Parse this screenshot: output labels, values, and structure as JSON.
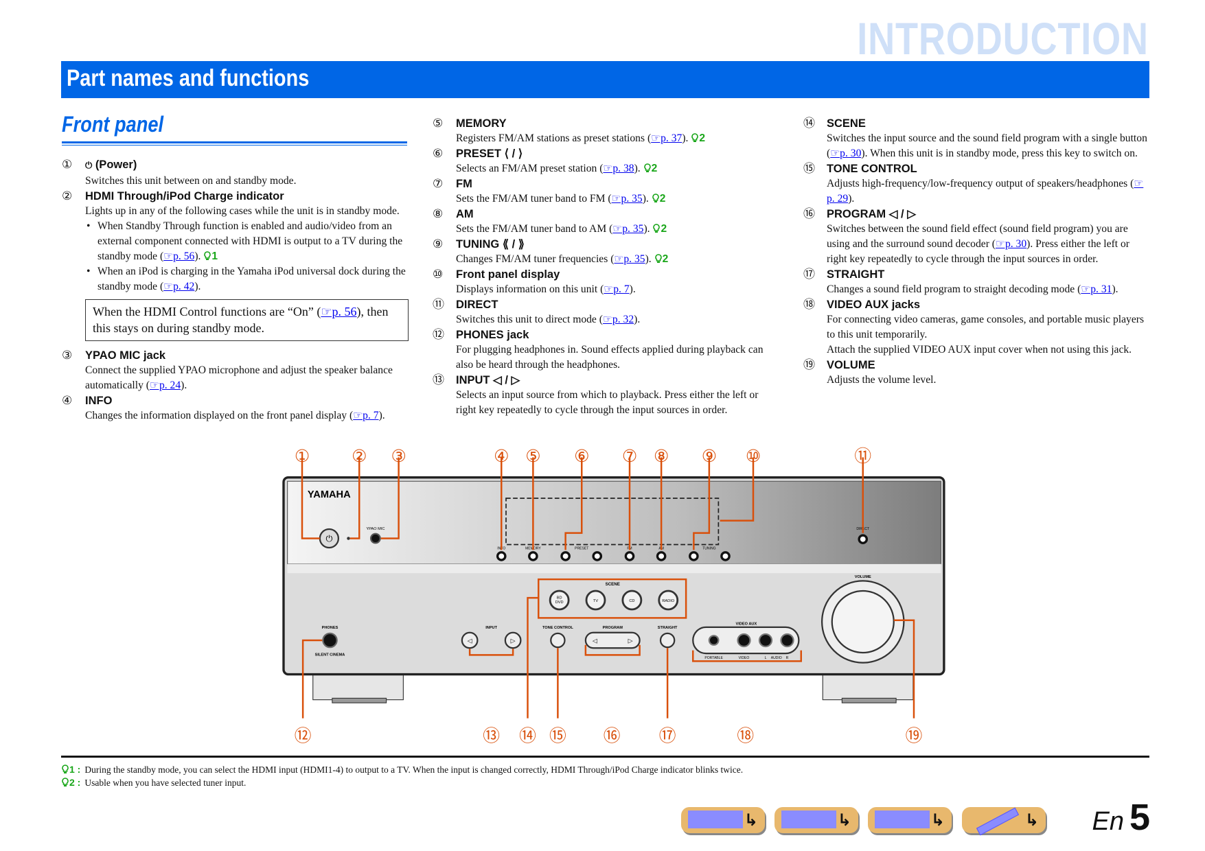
{
  "chapter": "INTRODUCTION",
  "page_title": "Part names and functions",
  "section_title": "Front panel",
  "colors": {
    "accent": "#0066e6",
    "callout": "#d9500b",
    "tip": "#19a619",
    "link": "#0000ee",
    "nav_button": "#e8b86d"
  },
  "columns": [
    [
      {
        "num": "①",
        "title": "(Power)",
        "power_icon": true,
        "blocks": [
          {
            "type": "p",
            "segs": [
              "Switches this unit between on and standby mode."
            ]
          }
        ]
      },
      {
        "num": "②",
        "title": "HDMI Through/iPod Charge indicator",
        "blocks": [
          {
            "type": "p",
            "segs": [
              "Lights up in any of the following cases while the unit is in standby mode."
            ]
          },
          {
            "type": "bullet",
            "segs": [
              "When Standby Through function is enabled and audio/video from an external component connected with HDMI is output to a TV during the standby mode (",
              {
                "link": "p. 56"
              },
              "). ",
              {
                "tip": "1"
              }
            ]
          },
          {
            "type": "bullet",
            "segs": [
              "When an iPod is charging in the Yamaha iPod universal dock during the standby mode (",
              {
                "link": "p. 42"
              },
              ")."
            ]
          },
          {
            "type": "note",
            "segs": [
              "When the HDMI Control functions are “On” (",
              {
                "link": "p. 56"
              },
              "), then this stays on during standby mode."
            ]
          }
        ]
      },
      {
        "num": "③",
        "title": "YPAO MIC jack",
        "blocks": [
          {
            "type": "p",
            "segs": [
              "Connect the supplied YPAO microphone and adjust the speaker balance automatically (",
              {
                "link": "p. 24"
              },
              ")."
            ]
          }
        ]
      },
      {
        "num": "④",
        "title": "INFO",
        "blocks": [
          {
            "type": "p",
            "segs": [
              "Changes the information displayed on the front panel display (",
              {
                "link": "p. 7"
              },
              ")."
            ]
          }
        ]
      }
    ],
    [
      {
        "num": "⑤",
        "title": "MEMORY",
        "blocks": [
          {
            "type": "p",
            "segs": [
              "Registers FM/AM stations as preset stations (",
              {
                "link": "p. 37"
              },
              "). ",
              {
                "tip": "2"
              }
            ]
          }
        ]
      },
      {
        "num": "⑥",
        "title": "PRESET ⟨ / ⟩",
        "blocks": [
          {
            "type": "p",
            "segs": [
              "Selects an FM/AM preset station (",
              {
                "link": "p. 38"
              },
              "). ",
              {
                "tip": "2"
              }
            ]
          }
        ]
      },
      {
        "num": "⑦",
        "title": "FM",
        "blocks": [
          {
            "type": "p",
            "segs": [
              "Sets the FM/AM tuner band to FM (",
              {
                "link": "p. 35"
              },
              "). ",
              {
                "tip": "2"
              }
            ]
          }
        ]
      },
      {
        "num": "⑧",
        "title": "AM",
        "blocks": [
          {
            "type": "p",
            "segs": [
              "Sets the FM/AM tuner band to AM (",
              {
                "link": "p. 35"
              },
              "). ",
              {
                "tip": "2"
              }
            ]
          }
        ]
      },
      {
        "num": "⑨",
        "title": "TUNING ⟪ / ⟫",
        "blocks": [
          {
            "type": "p",
            "segs": [
              "Changes FM/AM tuner frequencies (",
              {
                "link": "p. 35"
              },
              "). ",
              {
                "tip": "2"
              }
            ]
          }
        ]
      },
      {
        "num": "⑩",
        "title": "Front panel display",
        "blocks": [
          {
            "type": "p",
            "segs": [
              "Displays information on this unit (",
              {
                "link": "p. 7"
              },
              ")."
            ]
          }
        ]
      },
      {
        "num": "⑪",
        "title": "DIRECT",
        "blocks": [
          {
            "type": "p",
            "segs": [
              "Switches this unit to direct mode (",
              {
                "link": "p. 32"
              },
              ")."
            ]
          }
        ]
      },
      {
        "num": "⑫",
        "title": "PHONES jack",
        "blocks": [
          {
            "type": "p",
            "segs": [
              "For plugging headphones in. Sound effects applied during playback can also be heard through the headphones."
            ]
          }
        ]
      },
      {
        "num": "⑬",
        "title": "INPUT ◁ / ▷",
        "blocks": [
          {
            "type": "p",
            "segs": [
              "Selects an input source from which to playback. Press either the left or right key repeatedly to cycle through the input sources in order."
            ]
          }
        ]
      }
    ],
    [
      {
        "num": "⑭",
        "title": "SCENE",
        "blocks": [
          {
            "type": "p",
            "segs": [
              "Switches the input source and the sound field program with a single button (",
              {
                "link": "p. 30"
              },
              "). When this unit is in standby mode, press this key to switch on."
            ]
          }
        ]
      },
      {
        "num": "⑮",
        "title": "TONE CONTROL",
        "blocks": [
          {
            "type": "p",
            "segs": [
              "Adjusts high-frequency/low-frequency output of speakers/headphones (",
              {
                "link": "p. 29"
              },
              ")."
            ]
          }
        ]
      },
      {
        "num": "⑯",
        "title": "PROGRAM ◁ / ▷",
        "blocks": [
          {
            "type": "p",
            "segs": [
              "Switches between the sound field effect (sound field program) you are using and the surround sound decoder (",
              {
                "link": "p. 30"
              },
              "). Press either the left or right key repeatedly to cycle through the input sources in order."
            ]
          }
        ]
      },
      {
        "num": "⑰",
        "title": "STRAIGHT",
        "blocks": [
          {
            "type": "p",
            "segs": [
              "Changes a sound field program to straight decoding mode (",
              {
                "link": "p. 31"
              },
              ")."
            ]
          }
        ]
      },
      {
        "num": "⑱",
        "title": "VIDEO AUX jacks",
        "blocks": [
          {
            "type": "p",
            "segs": [
              "For connecting video cameras, game consoles, and portable music players to this unit temporarily."
            ]
          },
          {
            "type": "p",
            "segs": [
              "Attach the supplied VIDEO AUX input cover when not using this jack."
            ]
          }
        ]
      },
      {
        "num": "⑲",
        "title": "VOLUME",
        "blocks": [
          {
            "type": "p",
            "segs": [
              "Adjusts the volume level."
            ]
          }
        ]
      }
    ]
  ],
  "diagram": {
    "brand": "YAMAHA",
    "labels": {
      "ypao_mic": "YPAO MIC",
      "info": "INFO",
      "memory": "MEMORY",
      "preset": "PRESET",
      "fm": "FM",
      "am": "AM",
      "tuning": "TUNING",
      "direct": "DIRECT",
      "scene": "SCENE",
      "bd_dvd_1": "BD",
      "bd_dvd_2": "DVD",
      "tv": "TV",
      "cd": "CD",
      "radio": "RADIO",
      "phones": "PHONES",
      "silent_cinema": "SILENT CINEMA",
      "input": "INPUT",
      "tone_control": "TONE CONTROL",
      "program": "PROGRAM",
      "straight": "STRAIGHT",
      "video_aux": "VIDEO AUX",
      "portable": "PORTABLE",
      "video": "VIDEO",
      "l": "L",
      "audio": "AUDIO",
      "r": "R",
      "volume": "VOLUME"
    },
    "callouts": [
      "①",
      "②",
      "③",
      "④",
      "⑤",
      "⑥",
      "⑦",
      "⑧",
      "⑨",
      "⑩",
      "⑪",
      "⑫",
      "⑬",
      "⑭",
      "⑮",
      "⑯",
      "⑰",
      "⑱",
      "⑲"
    ]
  },
  "footnotes": [
    {
      "mark": "1 :",
      "text": "During the standby mode, you can select the HDMI input (HDMI1-4) to output to a TV. When the input is changed correctly, HDMI Through/iPod Charge indicator blinks twice."
    },
    {
      "mark": "2 :",
      "text": "Usable when you have selected tuner input."
    }
  ],
  "nav_buttons": [
    {
      "icon": "front-panel-icon"
    },
    {
      "icon": "rear-panel-icon"
    },
    {
      "icon": "front-display-icon"
    },
    {
      "icon": "remote-control-icon"
    }
  ],
  "page": {
    "lang": "En",
    "number": "5"
  }
}
